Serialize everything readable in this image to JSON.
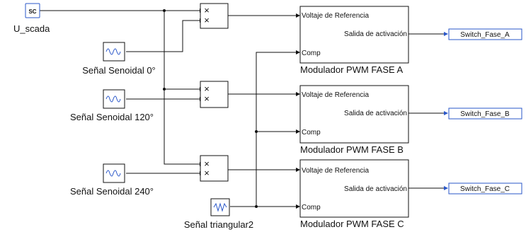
{
  "source": {
    "label": "U_scada",
    "icon_text": "SC"
  },
  "sines": [
    {
      "label": "Señal Senoidal 0°"
    },
    {
      "label": "Señal Senoidal 120°"
    },
    {
      "label": "Señal Senoidal 240°"
    }
  ],
  "triangular": {
    "label": "Señal triangular2"
  },
  "modulators": [
    {
      "title": "Modulador PWM FASE A",
      "in_ref": "Voltaje de Referencia",
      "in_comp": "Comp",
      "out": "Salida de activación",
      "tag": "Switch_Fase_A"
    },
    {
      "title": "Modulador PWM FASE B",
      "in_ref": "Voltaje de Referencia",
      "in_comp": "Comp",
      "out": "Salida de activación",
      "tag": "Switch_Fase_B"
    },
    {
      "title": "Modulador PWM FASE C",
      "in_ref": "Voltaje de Referencia",
      "in_comp": "Comp",
      "out": "Salida de activación",
      "tag": "Switch_Fase_C"
    }
  ],
  "product_symbol": "×",
  "colors": {
    "wire": "#111111",
    "tag": "#2a57c9",
    "source_icon": "#2a57c9"
  }
}
